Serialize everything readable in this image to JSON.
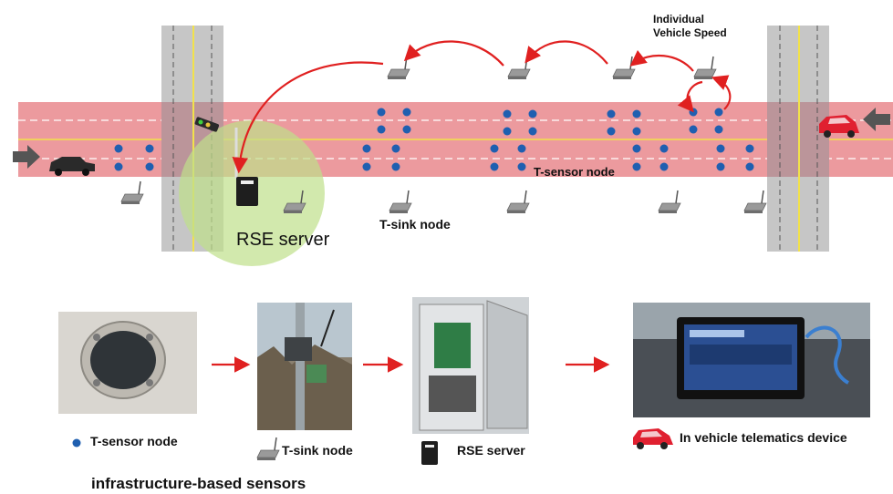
{
  "top_diagram": {
    "labels": {
      "individual_vehicle_speed_line1": "Individual",
      "individual_vehicle_speed_line2": "Vehicle Speed",
      "t_sensor_node": "T-sensor node",
      "t_sink_node": "T-sink node",
      "rse_server": "RSE server"
    }
  },
  "bottom_pipeline": {
    "labels": {
      "t_sensor_node": "T-sensor node",
      "t_sink_node": "T-sink node",
      "rse_server": "RSE server",
      "telematics": "In vehicle telematics device"
    },
    "caption": "infrastructure-based sensors"
  },
  "colors": {
    "road_band": "#ec9a9e",
    "crossroad": "#c4c4c4",
    "rse_coverage": "#bfe08a",
    "sensor_dot": "#1f5fb0",
    "arrow": "#e02020",
    "car_red": "#e02030",
    "car_dark": "#2a2a2a"
  }
}
